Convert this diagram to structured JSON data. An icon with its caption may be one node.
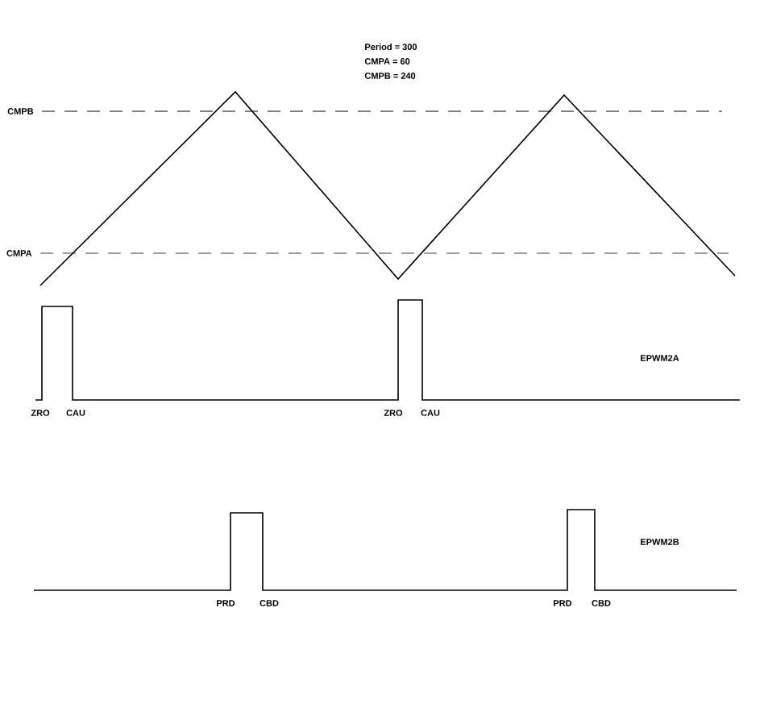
{
  "diagram": {
    "labels": [
      "Period = 300",
      "CMPA = 60",
      "CMPB = 240",
      "CMPB",
      "CMPA",
      "EPWM2A",
      "ZRO",
      "CAU",
      "ZRO",
      "CAU",
      "EPWM2B",
      "PRD",
      "CBD",
      "PRD",
      "CBD"
    ]
  }
}
